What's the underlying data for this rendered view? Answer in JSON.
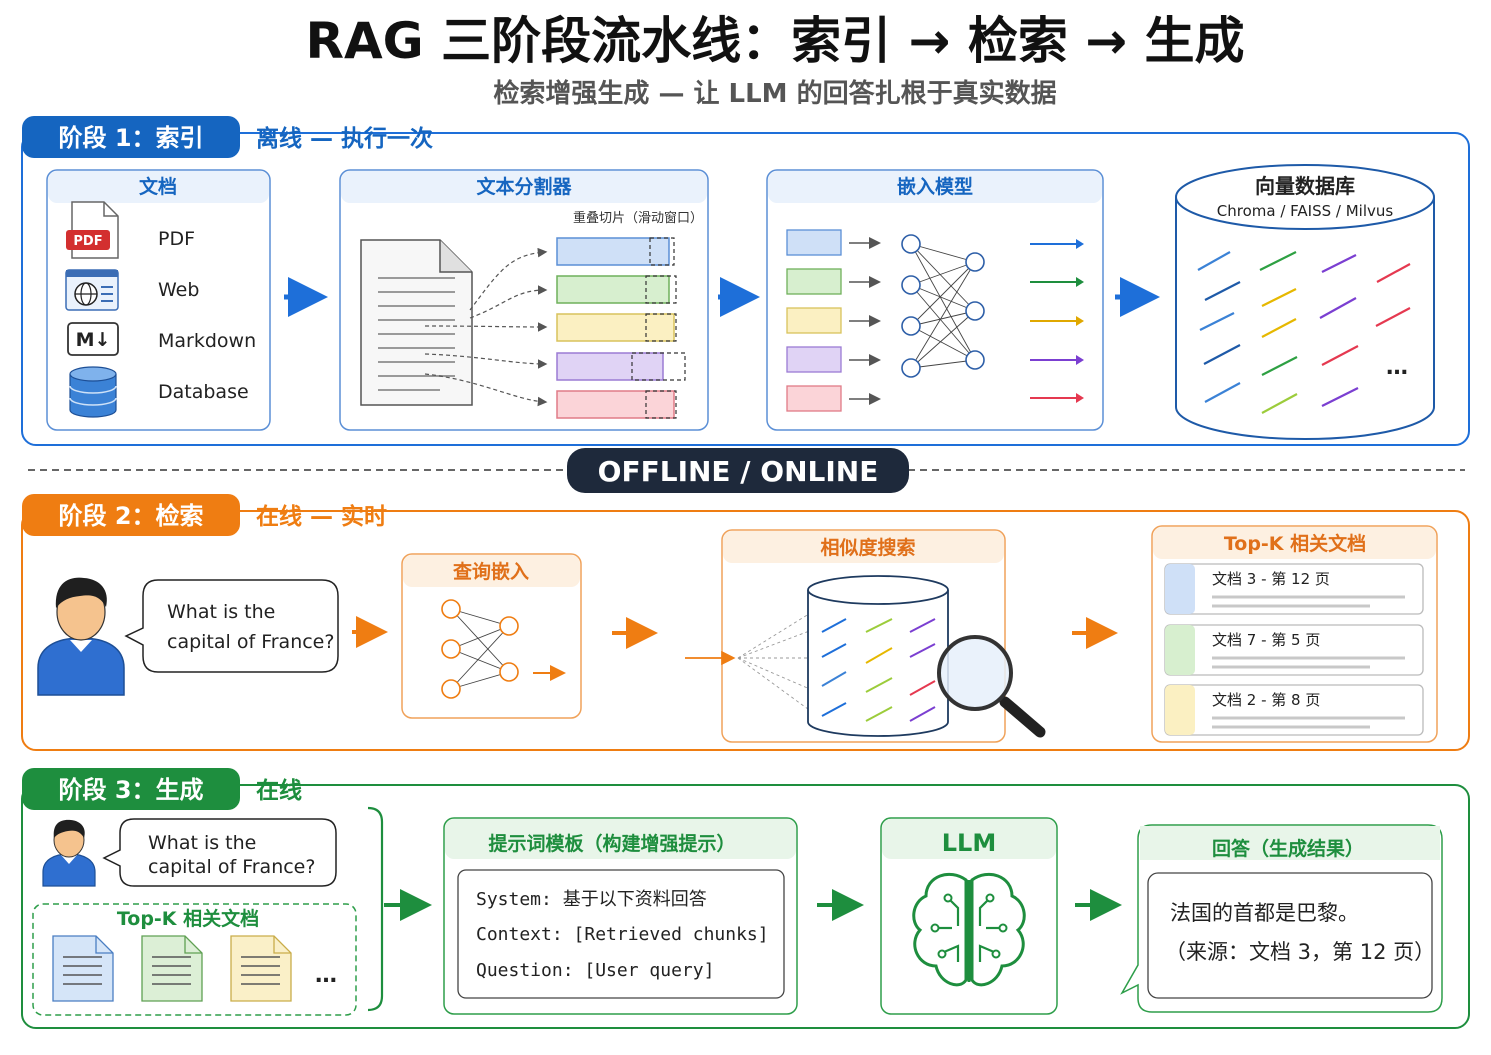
{
  "title": "RAG 三阶段流水线：索引 → 检索 → 生成",
  "subtitle": "检索增强生成 — 让 LLM 的回答扎根于真实数据",
  "colors": {
    "blue": "#1565c0",
    "orange": "#ef7d12",
    "green": "#1e8e3e",
    "navy": "#1e293b"
  },
  "divider_label": "OFFLINE / ONLINE",
  "stage1": {
    "badge": "阶段 1：索引",
    "note": "离线 — 执行一次",
    "docs": {
      "title": "文档",
      "items": [
        "PDF",
        "Web",
        "Markdown",
        "Database"
      ],
      "pdf_tag": "PDF",
      "md_glyph": "M↓"
    },
    "splitter": {
      "title": "文本分割器",
      "note": "重叠切片（滑动窗口）"
    },
    "embed": {
      "title": "嵌入模型"
    },
    "vectordb": {
      "title": "向量数据库",
      "subtitle": "Chroma / FAISS / Milvus",
      "more": "…"
    }
  },
  "stage2": {
    "badge": "阶段 2：检索",
    "note": "在线 — 实时",
    "query": "What is the capital of France?",
    "query_lines": [
      "What is the",
      "capital of France?"
    ],
    "query_embed": {
      "title": "查询嵌入"
    },
    "similarity": {
      "title": "相似度搜索"
    },
    "topk": {
      "title": "Top-K 相关文档",
      "items": [
        "文档 3 - 第 12 页",
        "文档 7 - 第 5 页",
        "文档 2 - 第 8 页"
      ]
    }
  },
  "stage3": {
    "badge": "阶段 3：生成",
    "note": "在线",
    "query_lines": [
      "What is the",
      "capital of France?"
    ],
    "topk_label": "Top-K 相关文档",
    "more": "…",
    "prompt": {
      "title": "提示词模板（构建增强提示）",
      "lines": [
        "System: 基于以下资料回答",
        "Context: [Retrieved chunks]",
        "Question: [User query]"
      ]
    },
    "llm": {
      "title": "LLM"
    },
    "answer": {
      "title": "回答（生成结果）",
      "lines": [
        "法国的首都是巴黎。",
        "（来源：文档 3，第 12 页）"
      ]
    }
  }
}
